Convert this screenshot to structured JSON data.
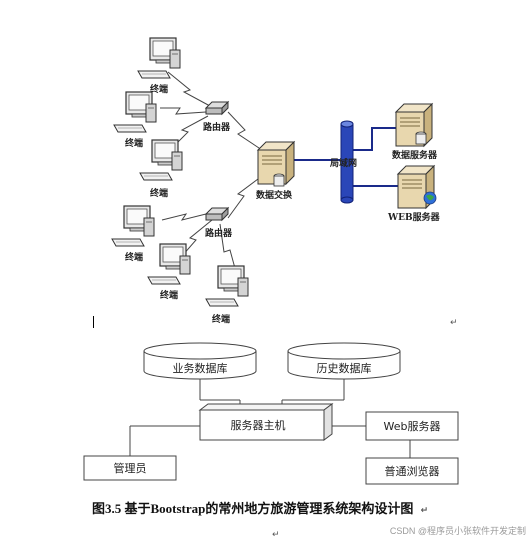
{
  "top_diagram": {
    "terminal_label": "终端",
    "router_label": "路由器",
    "data_exchange_label": "数据交换",
    "lan_label": "局域网",
    "data_server_label": "数据服务器",
    "web_server_label": "WEB服务器"
  },
  "bottom_diagram": {
    "business_db": "业务数据库",
    "history_db": "历史数据库",
    "server_host": "服务器主机",
    "web_server": "Web服务器",
    "admin": "管理员",
    "browser": "普通浏览器"
  },
  "caption": "图3.5  基于Bootstrap的常州地方旅游管理系统架构设计图",
  "para_mark": "↵",
  "watermark": "CSDN @程序员小张软件开发定制"
}
